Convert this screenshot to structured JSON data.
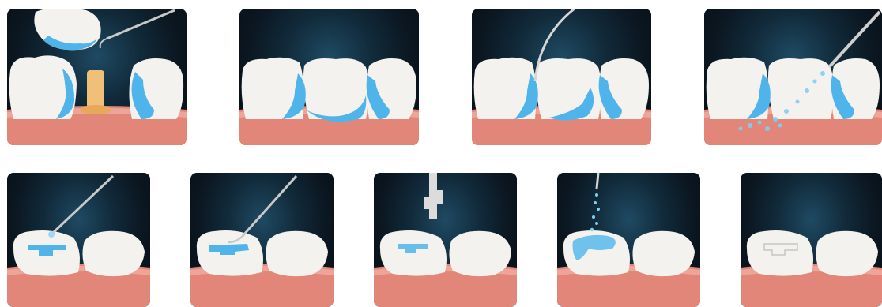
{
  "colors": {
    "gum": "#e3867a",
    "gum_light": "#f2b2a6",
    "tooth": "#f4f2ee",
    "tooth_shade": "#d7d4cf",
    "composite": "#4fb4ea",
    "post": "#f0c078",
    "instrument": "#c9c9c9",
    "panel_glow": "#1f4a63",
    "panel_dark": "#070d13"
  },
  "panels": [
    {
      "scene": "crown-removal-with-post",
      "icons": [
        "tooth-crown-icon",
        "post-icon",
        "probe-icon"
      ]
    },
    {
      "scene": "bridge-bonded",
      "icons": [
        "tooth-icon",
        "composite-icon"
      ]
    },
    {
      "scene": "bridge-polishing",
      "icons": [
        "tooth-icon",
        "probe-icon"
      ]
    },
    {
      "scene": "bridge-rinsing",
      "icons": [
        "tooth-icon",
        "water-spray-icon"
      ]
    },
    {
      "scene": "filling-applied",
      "icons": [
        "molar-icon",
        "probe-icon"
      ]
    },
    {
      "scene": "filling-shaped",
      "icons": [
        "molar-icon",
        "probe-icon"
      ]
    },
    {
      "scene": "filling-light-cure",
      "icons": [
        "molar-icon",
        "curing-tip-icon"
      ]
    },
    {
      "scene": "filling-rinsed",
      "icons": [
        "molar-icon",
        "water-spray-icon"
      ]
    },
    {
      "scene": "filling-finished",
      "icons": [
        "molar-icon"
      ]
    }
  ]
}
